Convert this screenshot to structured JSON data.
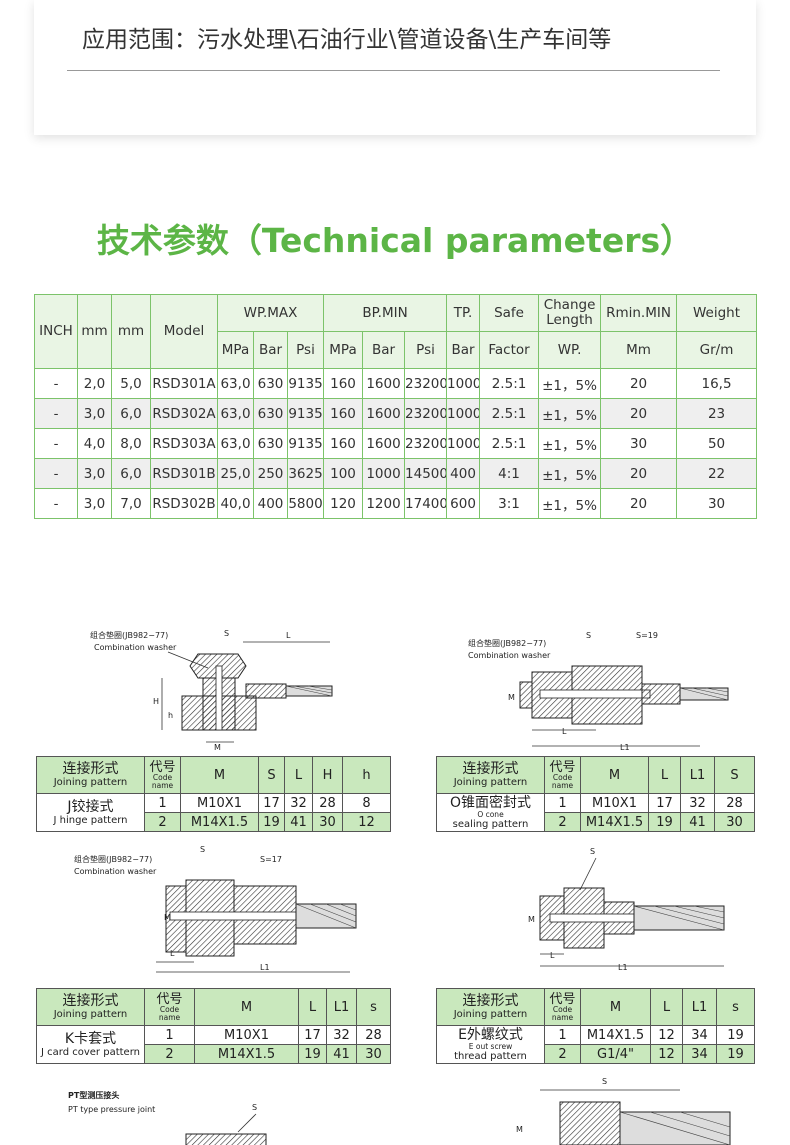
{
  "scope": {
    "text": "应用范围：污水处理\\石油行业\\管道设备\\生产车间等"
  },
  "section": {
    "title": "技术参数（Technical parameters）"
  },
  "params_table": {
    "h_inch": "INCH",
    "h_mm1": "mm",
    "h_mm2": "mm",
    "h_model": "Model",
    "h_wpmax": "WP.MAX",
    "h_bpmin": "BP.MIN",
    "h_tp": "TP.",
    "h_safe": "Safe",
    "h_change_1": "Change",
    "h_change_2": "Length",
    "h_rmin": "Rmin.MIN",
    "h_weight": "Weight",
    "s_mpa1": "MPa",
    "s_bar1": "Bar",
    "s_psi1": "Psi",
    "s_mpa2": "MPa",
    "s_bar2": "Bar",
    "s_psi2": "Psi",
    "s_tpbar": "Bar",
    "s_factor": "Factor",
    "s_wp": "WP.",
    "s_mm": "Mm",
    "s_grm": "Gr/m",
    "rows": [
      [
        "-",
        "2,0",
        "5,0",
        "RSD301A",
        "63,0",
        "630",
        "9135",
        "160",
        "1600",
        "23200",
        "1000",
        "2.5:1",
        "±1，5%",
        "20",
        "16,5"
      ],
      [
        "-",
        "3,0",
        "6,0",
        "RSD302A",
        "63,0",
        "630",
        "9135",
        "160",
        "1600",
        "23200",
        "1000",
        "2.5:1",
        "±1，5%",
        "20",
        "23"
      ],
      [
        "-",
        "4,0",
        "8,0",
        "RSD303A",
        "63,0",
        "630",
        "9135",
        "160",
        "1600",
        "23200",
        "1000",
        "2.5:1",
        "±1，5%",
        "30",
        "50"
      ],
      [
        "-",
        "3,0",
        "6,0",
        "RSD301B",
        "25,0",
        "250",
        "3625",
        "100",
        "1000",
        "14500",
        "400",
        "4:1",
        "±1，5%",
        "20",
        "22"
      ],
      [
        "-",
        "3,0",
        "7,0",
        "RSD302B",
        "40,0",
        "400",
        "5800",
        "120",
        "1200",
        "17400",
        "600",
        "3:1",
        "±1，5%",
        "20",
        "30"
      ]
    ]
  },
  "drawing_labels": {
    "washer_cn": "组合垫圈(JB982−77)",
    "washer_en": "Combination washer",
    "S": "S",
    "L": "L",
    "H": "H",
    "h": "h",
    "M": "M",
    "L1": "L1",
    "S19": "S=19",
    "S17": "S=17",
    "pt_cn": "PT型测压接头",
    "pt_en": "PT type pressure joint"
  },
  "spec_common": {
    "h_type_cn": "连接形式",
    "h_type_en": "Joining pattern",
    "h_code_cn": "代号",
    "h_code_en1": "Code",
    "h_code_en2": "name"
  },
  "spec_j": {
    "h_M": "M",
    "h_S": "S",
    "h_L": "L",
    "h_H": "H",
    "h_h": "h",
    "type_cn": "J铰接式",
    "type_en": "J hinge pattern",
    "rows": [
      [
        "1",
        "M10X1",
        "17",
        "32",
        "28",
        "8"
      ],
      [
        "2",
        "M14X1.5",
        "19",
        "41",
        "30",
        "12"
      ]
    ]
  },
  "spec_o": {
    "h_M": "M",
    "h_L": "L",
    "h_L1": "L1",
    "h_S": "S",
    "type_cn": "O锥面密封式",
    "type_en1": "O cone",
    "type_en2": "sealing pattern",
    "rows": [
      [
        "1",
        "M10X1",
        "17",
        "32",
        "28"
      ],
      [
        "2",
        "M14X1.5",
        "19",
        "41",
        "30"
      ]
    ]
  },
  "spec_k": {
    "h_M": "M",
    "h_L": "L",
    "h_L1": "L1",
    "h_s": "s",
    "type_cn": "K卡套式",
    "type_en": "J card cover pattern",
    "rows": [
      [
        "1",
        "M10X1",
        "17",
        "32",
        "28"
      ],
      [
        "2",
        "M14X1.5",
        "19",
        "41",
        "30"
      ]
    ]
  },
  "spec_e": {
    "h_M": "M",
    "h_L": "L",
    "h_L1": "L1",
    "h_s": "s",
    "type_cn": "E外螺纹式",
    "type_en1": "E out screw",
    "type_en2": "thread pattern",
    "rows": [
      [
        "1",
        "M14X1.5",
        "12",
        "34",
        "19"
      ],
      [
        "2",
        "G1/4\"",
        "12",
        "34",
        "19"
      ]
    ]
  }
}
